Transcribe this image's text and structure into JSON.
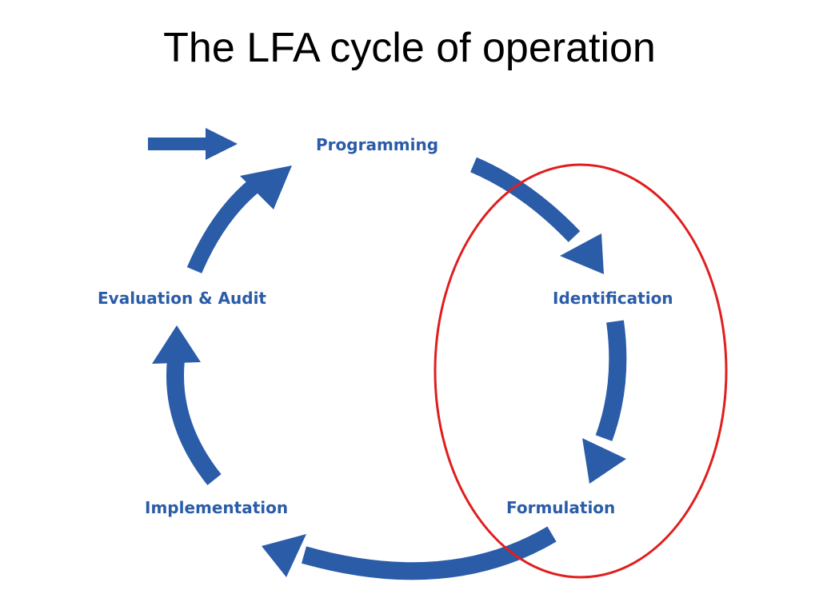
{
  "slide": {
    "title": "The LFA cycle of operation"
  },
  "diagram": {
    "stages": {
      "programming": "Programming",
      "identification": "Identification",
      "formulation": "Formulation",
      "implementation": "Implementation",
      "evaluation": "Evaluation & Audit"
    },
    "colors": {
      "arrow": "#2a5ca8",
      "label": "#2a5ca8",
      "highlight": "#e01e1e"
    }
  }
}
